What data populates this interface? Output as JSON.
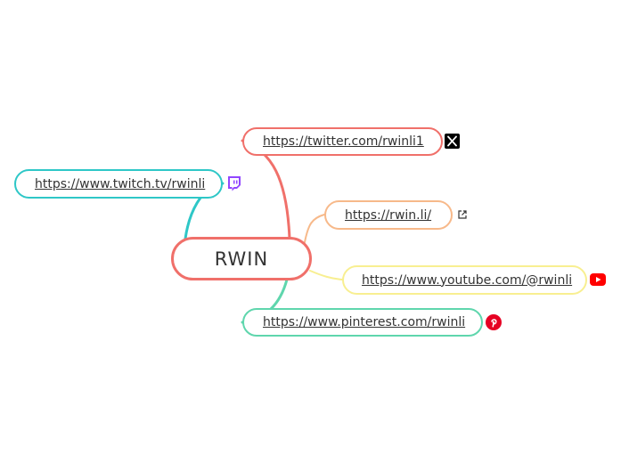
{
  "central": {
    "label": "RWIN",
    "color": "#f0706a"
  },
  "nodes": [
    {
      "id": "twitter",
      "label": "https://twitter.com/rwinli1",
      "color": "#f0706a",
      "icon": "x-logo-icon"
    },
    {
      "id": "rwinli",
      "label": "https://rwin.li/",
      "color": "#f7b98a",
      "icon": "external-link-icon"
    },
    {
      "id": "youtube",
      "label": "https://www.youtube.com/@rwinli",
      "color": "#f8ef91",
      "icon": "youtube-icon"
    },
    {
      "id": "pinterest",
      "label": "https://www.pinterest.com/rwinli",
      "color": "#5fd6ad",
      "icon": "pinterest-icon"
    },
    {
      "id": "twitch",
      "label": "https://www.twitch.tv/rwinli",
      "color": "#2ec7c7",
      "icon": "twitch-icon"
    }
  ],
  "brand_colors": {
    "x": "#000000",
    "youtube": "#ff0000",
    "pinterest": "#e60023",
    "twitch": "#9146ff"
  }
}
